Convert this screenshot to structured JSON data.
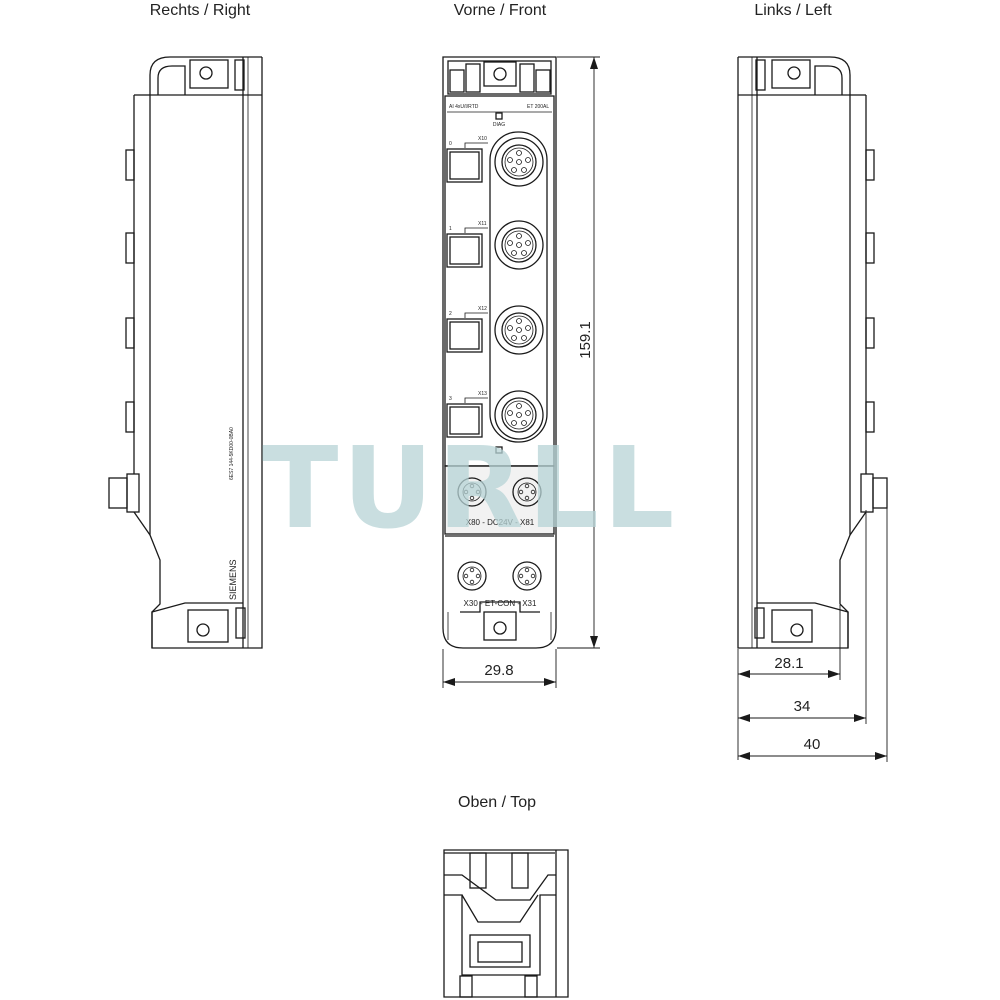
{
  "views": {
    "right": "Rechts / Right",
    "front": "Vorne / Front",
    "left": "Links / Left",
    "top": "Oben / Top"
  },
  "dimensions": {
    "height": "159.1",
    "front_width": "29.8",
    "left_depth_1": "28.1",
    "left_depth_2": "34",
    "left_depth_3": "40"
  },
  "front_panel": {
    "module_type": "AI 4xU/I/RTD",
    "product_family": "ET 200AL",
    "diag_label": "DIAG",
    "channels": [
      {
        "channel": "0",
        "connector": "X10"
      },
      {
        "channel": "1",
        "connector": "X11"
      },
      {
        "channel": "2",
        "connector": "X12"
      },
      {
        "channel": "3",
        "connector": "X13"
      }
    ],
    "power_label": "X80 - DC24V - X81",
    "bus_label": "X30 - ET-CON - X31"
  },
  "side_markings": {
    "article_number": "6ES7 144-5KD00-0BA0",
    "brand": "SIEMENS"
  },
  "watermark": "TURLL"
}
